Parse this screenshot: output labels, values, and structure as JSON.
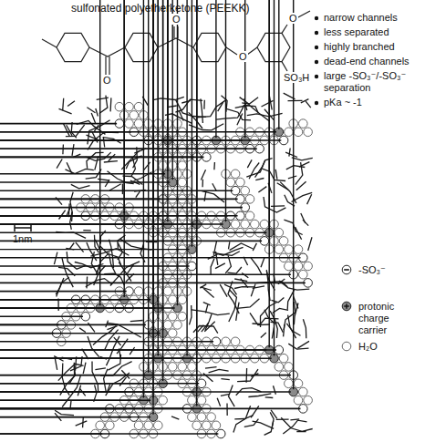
{
  "diagram": {
    "title": "sulfonated polyetherketone (PEEKK)",
    "labels": [
      "O",
      "O",
      "O",
      "O",
      "SO₃H",
      "narrow channels",
      "less separated",
      "highly branched",
      "dead-end channels",
      "large -SO₃⁻/-SO₃⁻ separation",
      "pKa ~ -1",
      "1nm"
    ],
    "legend": [
      {
        "text": "-SO₃⁻"
      },
      {
        "text": "protonic charge carrier"
      },
      {
        "text": "H₂O"
      }
    ]
  }
}
